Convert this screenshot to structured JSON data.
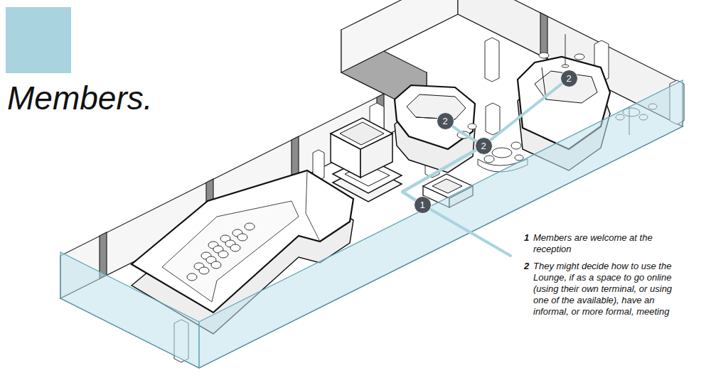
{
  "diagram": {
    "title": "Members.",
    "nodes": [
      {
        "text": [
          "1"
        ]
      },
      {
        "text": [
          "2"
        ]
      },
      {
        "text": [
          "2"
        ]
      },
      {
        "text": [
          "2"
        ]
      }
    ],
    "edges": [
      {
        "from": 0,
        "to": 1,
        "arrow": "none"
      },
      {
        "from": 0,
        "to": 2,
        "arrow": "none"
      },
      {
        "from": 0,
        "to": 3,
        "arrow": "none"
      }
    ],
    "labels": [
      "1",
      "Members are welcome at the reception",
      "2",
      "They might decide how to use the Lounge, if as a space to go online (using their own terminal, or using one of the available), have an informal, or more formal, meeting"
    ]
  }
}
